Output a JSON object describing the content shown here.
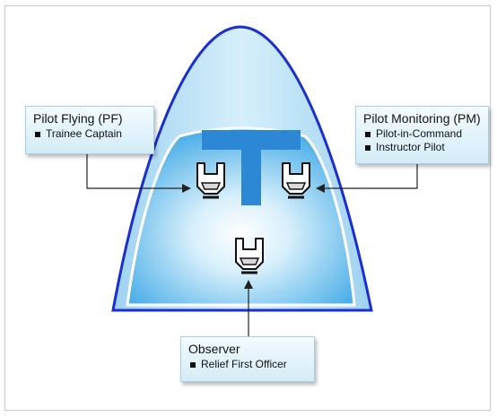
{
  "callouts": {
    "pilot_flying": {
      "title": "Pilot Flying (PF)",
      "items": [
        "Trainee Captain"
      ]
    },
    "pilot_monitoring": {
      "title": "Pilot Monitoring (PM)",
      "items": [
        "Pilot-in-Command",
        "Instructor Pilot"
      ]
    },
    "observer": {
      "title": "Observer",
      "items": [
        "Relief First Officer"
      ]
    }
  },
  "colors": {
    "fuselage_outline": "#1a2fd0",
    "fuselage_fill": "#bfe1f5",
    "cockpit_fill": "#7fc6ef",
    "glare_shield": "#2c87d4",
    "frame_border": "#c8c8c8"
  },
  "icons": [
    "seat-icon-pf",
    "seat-icon-pm",
    "seat-icon-observer"
  ]
}
